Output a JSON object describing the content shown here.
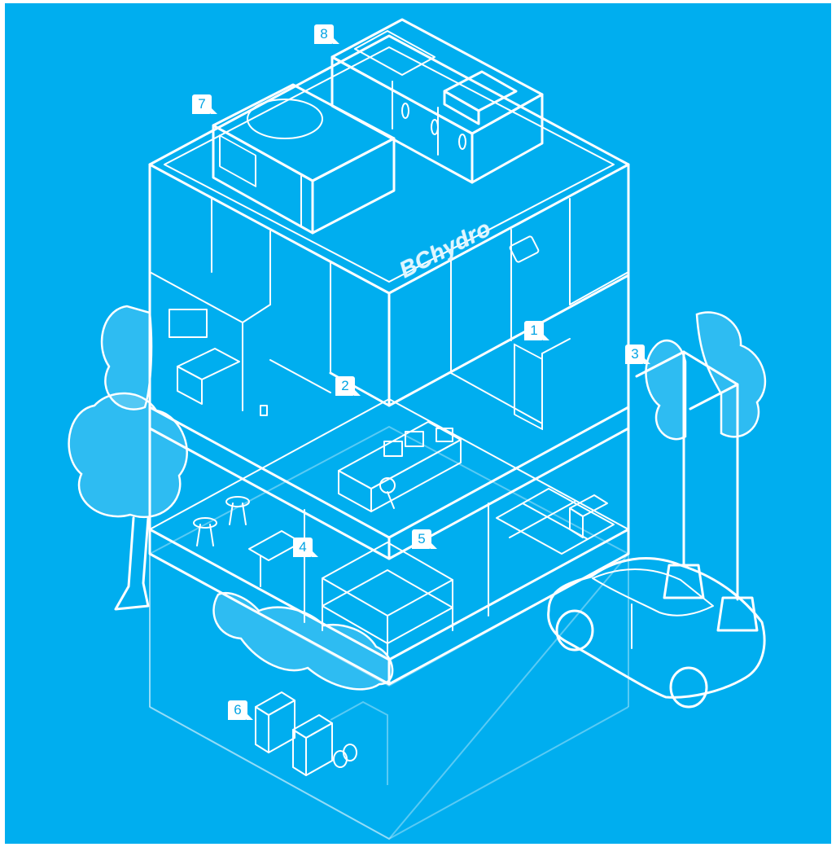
{
  "brand": {
    "name": "BChydro",
    "icon": "bc-hydro-flame-icon"
  },
  "colors": {
    "background": "#00aeef",
    "line": "#ffffff",
    "frame": "#ffffff"
  },
  "markers": [
    "1",
    "2",
    "3",
    "4",
    "5",
    "6",
    "7",
    "8"
  ]
}
